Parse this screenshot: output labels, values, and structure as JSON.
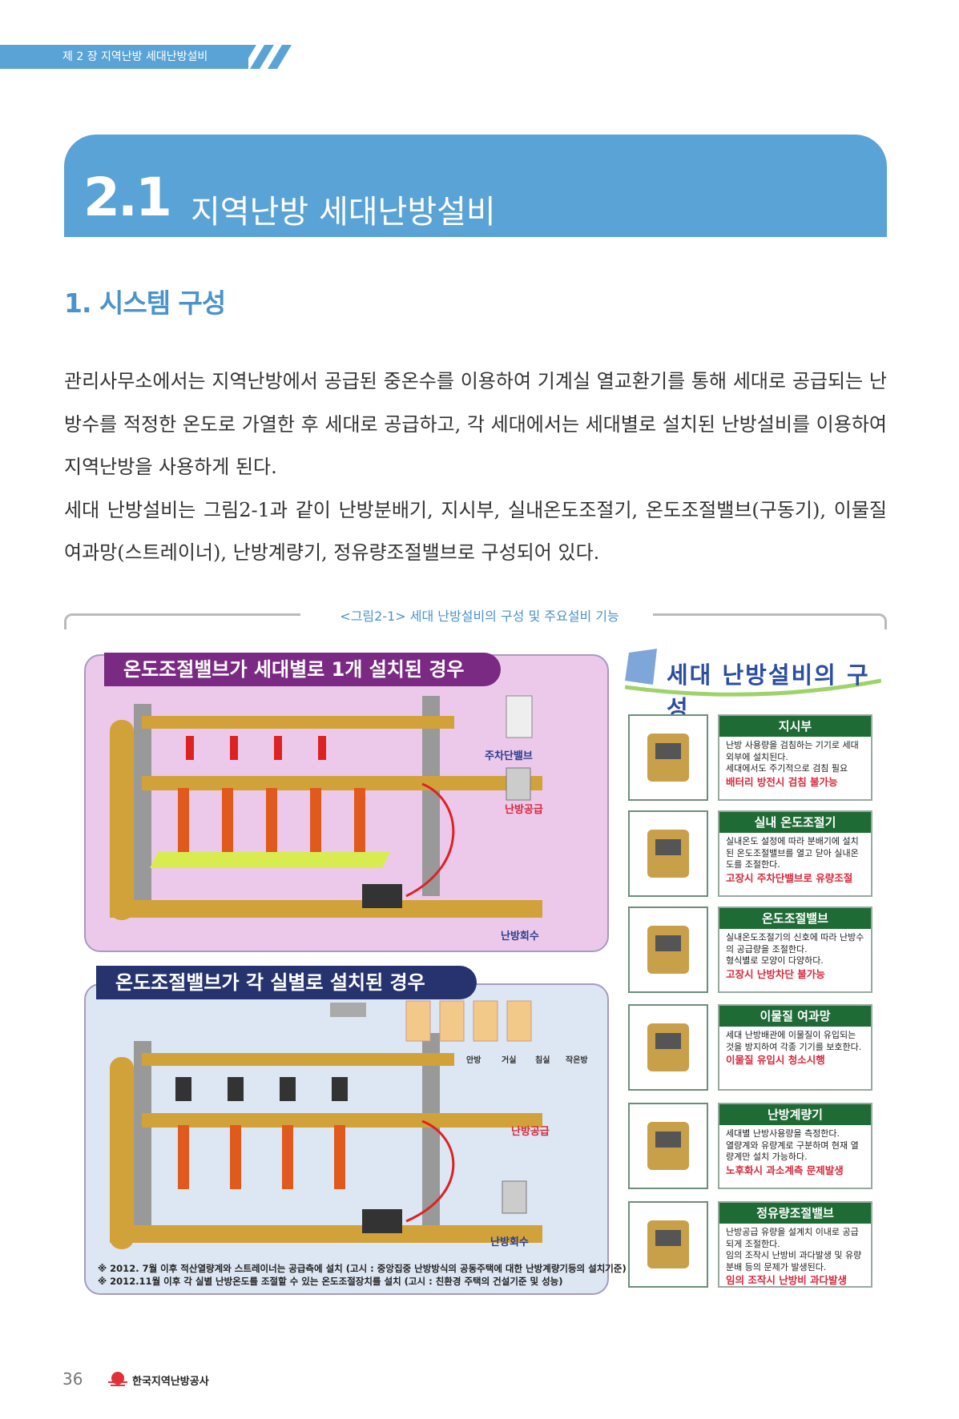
{
  "header": {
    "chapter": "제 2 장 지역난방 세대난방설비"
  },
  "title": {
    "number": "2.1",
    "text": "지역난방 세대난방설비"
  },
  "section": {
    "heading": "1. 시스템 구성"
  },
  "body": {
    "paragraphs": [
      "관리사무소에서는 지역난방에서 공급된 중온수를 이용하여 기계실 열교환기를 통해 세대로 공급되는 난방수를 적정한 온도로 가열한 후 세대로 공급하고, 각 세대에서는 세대별로 설치된 난방설비를 이용하여 지역난방을 사용하게 된다.",
      "세대 난방설비는 그림2-1과 같이 난방분배기, 지시부, 실내온도조절기, 온도조절밸브(구동기), 이물질 여과망(스트레이너), 난방계량기, 정유량조절밸브로 구성되어 있다."
    ]
  },
  "figure": {
    "caption": "<그림2-1> 세대 난방설비의 구성 및 주요설비 기능",
    "panel1": {
      "title": "온도조절밸브가 세대별로 1개 설치된 경우",
      "labels": {
        "valve": "주차단밸브",
        "supply": "난방공급",
        "return": "난방회수"
      }
    },
    "panel2": {
      "title": "온도조절밸브가 각 실별로 설치된 경우",
      "rooms": [
        "안방",
        "거실",
        "침실",
        "작은방"
      ],
      "labels": {
        "supply": "난방공급",
        "return": "난방회수"
      },
      "notes": [
        "※ 2012. 7월 이후 적산열량계와 스트레이너는 공급측에 설치 (고시 : 중앙집중 난방방식의 공동주택에 대한 난방계량기등의 설치기준)",
        "※ 2012.11월 이후 각 실별 난방온도를 조절할 수 있는 온도조절장치를 설치 (고시 : 친환경 주택의 건설기준 및 성능)"
      ]
    },
    "right": {
      "title": "세대 난방설비의 구성",
      "items": [
        {
          "name": "지시부",
          "lines": [
            "난방 사용량을 검침하는 기기로 세대 외부에 설치된다.",
            "세대에서도 주기적으로 검침 필요"
          ],
          "warning": "배터리 방전시 검침 불가능"
        },
        {
          "name": "실내 온도조절기",
          "lines": [
            "실내온도 설정에 따라 분배기에 설치된 온도조절밸브를 열고 닫아 실내온도를 조절한다."
          ],
          "warning": "고장시 주차단밸브로 유량조절"
        },
        {
          "name": "온도조절밸브",
          "lines": [
            "실내온도조절기의 신호에 따라 난방수의 공급량을 조절한다.",
            "형식별로 모양이 다양하다."
          ],
          "warning": "고장시 난방차단 불가능"
        },
        {
          "name": "이물질 여과망",
          "lines": [
            "세대 난방배관에 이물질이 유입되는 것을 방지하여 각종 기기를 보호한다."
          ],
          "warning": "이물질 유입시 청소시행"
        },
        {
          "name": "난방계량기",
          "lines": [
            "세대별 난방사용량을 측정한다.",
            "열량계와 유량계로 구분하며 현재 열량계만 설치 가능하다."
          ],
          "warning": "노후화시 과소계측 문제발생"
        },
        {
          "name": "정유량조절밸브",
          "lines": [
            "난방공급 유량을 설계치 이내로 공급되게 조절한다.",
            "임의 조작시 난방비 과다발생 및 유량분배 등의 문제가 발생된다."
          ],
          "warning": "임의 조작시 난방비 과다발생"
        }
      ]
    }
  },
  "footer": {
    "page": "36",
    "org": "한국지역난방공사"
  }
}
